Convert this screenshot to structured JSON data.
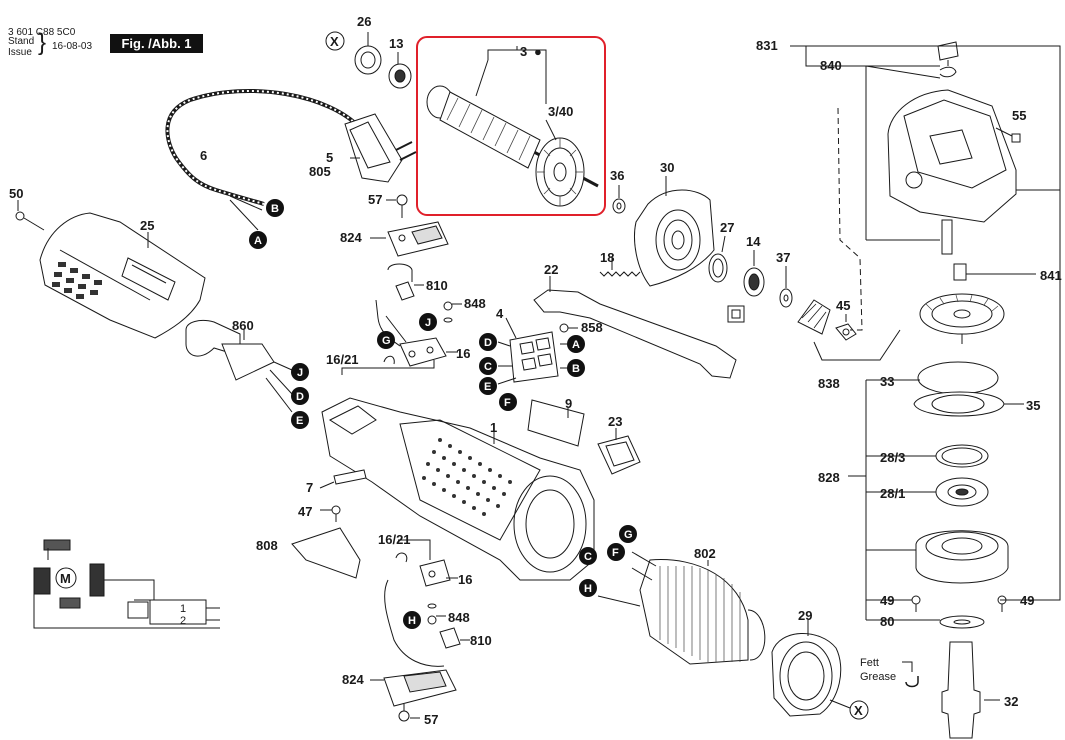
{
  "header": {
    "doc_number": "3 601 C88 5C0",
    "stand_label": "Stand",
    "issue_label": "Issue",
    "date": "16-08-03",
    "figure_label": "Fig. /Abb. 1"
  },
  "highlight_color": "#e0202a",
  "part_labels": {
    "p26": "26",
    "p13": "13",
    "p3": "3",
    "p3_40": "3/40",
    "p6": "6",
    "p5": "5",
    "p805": "805",
    "p36": "36",
    "p30": "30",
    "p831": "831",
    "p840": "840",
    "p55": "55",
    "p50": "50",
    "p25": "25",
    "p57a": "57",
    "p824a": "824",
    "p810a": "810",
    "p848a": "848",
    "p27": "27",
    "p14": "14",
    "p37": "37",
    "p841": "841",
    "p18": "18",
    "p22": "22",
    "p860": "860",
    "p4": "4",
    "p858": "858",
    "p45": "45",
    "p16_21a": "16/21",
    "p16a": "16",
    "p838": "838",
    "p33": "33",
    "p35": "35",
    "p9": "9",
    "p1": "1",
    "p23": "23",
    "p828": "828",
    "p28_3": "28/3",
    "p28_1": "28/1",
    "p7": "7",
    "p47": "47",
    "p808": "808",
    "p16_21b": "16/21",
    "p16b": "16",
    "p802": "802",
    "p848b": "848",
    "p810b": "810",
    "p49a": "49",
    "p49b": "49",
    "p80": "80",
    "p29": "29",
    "p824b": "824",
    "p57b": "57",
    "p32": "32"
  },
  "connector_letters": {
    "x1": "X",
    "b1": "B",
    "a1": "A",
    "j1": "J",
    "g1": "G",
    "j2": "J",
    "d1": "D",
    "e1": "E",
    "d2": "D",
    "c1": "C",
    "e2": "E",
    "f1": "F",
    "a2": "A",
    "b2": "B",
    "g2": "G",
    "f2": "F",
    "c2": "C",
    "h1": "H",
    "h2": "H",
    "x2": "X"
  },
  "spare_part_marker": "●",
  "grease_note": {
    "fett": "Fett",
    "grease": "Grease"
  },
  "schematic": {
    "motor": "M",
    "switch_1": "1",
    "switch_2": "2"
  }
}
